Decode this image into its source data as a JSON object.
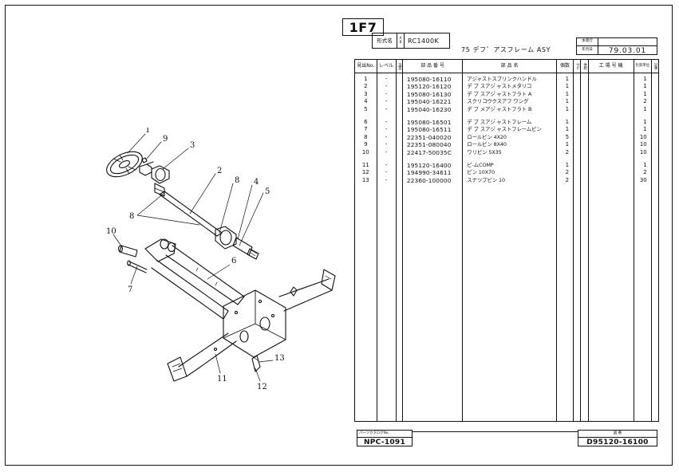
{
  "page": {
    "tab_label": "1F7"
  },
  "model": {
    "label": "形式名",
    "ab": "A\nB",
    "a": "A",
    "b": "B",
    "value": "RC1400K"
  },
  "assembly": {
    "title": "75   デフ゛アスフレーム ASY"
  },
  "date": {
    "key_top": "本発行",
    "key_bottom": "年月日",
    "value_top": "",
    "value": "79.03.01"
  },
  "table": {
    "headers": [
      {
        "name": "index-no",
        "label": "見出No."
      },
      {
        "name": "level",
        "label": "レベル"
      },
      {
        "name": "change",
        "label": "設変"
      },
      {
        "name": "part-number",
        "label": "部  品  番  号"
      },
      {
        "name": "part-name",
        "label": "部     品     名"
      },
      {
        "name": "quantity",
        "label": "個数"
      },
      {
        "name": "spare-1",
        "label": "サピ"
      },
      {
        "name": "spare-2",
        "label": "供給"
      },
      {
        "name": "remarks",
        "label": "工 場 号 機"
      },
      {
        "name": "package-unit",
        "label": "包装単位"
      },
      {
        "name": "tail",
        "label": "記事"
      }
    ],
    "groups": [
      {
        "rows": [
          {
            "index": "1",
            "level": "-",
            "part_number": "195080-16110",
            "part_name": "アシ゚ャストスプリンクハント゚ル",
            "qty": "1",
            "pkg": "1"
          },
          {
            "index": "2",
            "level": "-",
            "part_number": "195120-16120",
            "part_name": "テ゚ プ スアシ゚ ャストメタリコ",
            "qty": "1",
            "pkg": "1"
          },
          {
            "index": "3",
            "level": "-",
            "part_number": "195080-16130",
            "part_name": "テ゚ プ スアシ゚ ャストフラト A",
            "qty": "1",
            "pkg": "1"
          },
          {
            "index": "4",
            "level": "-",
            "part_number": "195040-16221",
            "part_name": "スクリコウクスアフ ワンク゚",
            "qty": "1",
            "pkg": "2"
          },
          {
            "index": "5",
            "level": "-",
            "part_number": "195040-16230",
            "part_name": "テ゚ プ メアシ゚ ャストフラト B",
            "qty": "1",
            "pkg": "1"
          }
        ]
      },
      {
        "rows": [
          {
            "index": "6",
            "level": "-",
            "part_number": "195080-16501",
            "part_name": "テ゚ プ スアシ゚ ャストフレーム",
            "qty": "1",
            "pkg": "1"
          },
          {
            "index": "7",
            "level": "-",
            "part_number": "195080-16511",
            "part_name": "テ゚ プ スアシ゚ ャストフレームピン",
            "qty": "1",
            "pkg": "1"
          },
          {
            "index": "8",
            "level": "-",
            "part_number": "22351-040020",
            "part_name": "ロールピン 4X20",
            "qty": "5",
            "pkg": "10"
          },
          {
            "index": "9",
            "level": "-",
            "part_number": "22351-080040",
            "part_name": "ロールピン 8X40",
            "qty": "1",
            "pkg": "10"
          },
          {
            "index": "10",
            "level": "-",
            "part_number": "22417-50035C",
            "part_name": "ワリピン 5X35",
            "qty": "2",
            "pkg": "10"
          }
        ]
      },
      {
        "rows": [
          {
            "index": "11",
            "level": "-",
            "part_number": "195120-16400",
            "part_name": "ピ-ムCOMP",
            "qty": "1",
            "pkg": "1"
          },
          {
            "index": "12",
            "level": "-",
            "part_number": "194990-34611",
            "part_name": "ピン 10X70",
            "qty": "2",
            "pkg": "2"
          },
          {
            "index": "13",
            "level": "-",
            "part_number": "22360-100000",
            "part_name": "スナツプピン 10",
            "qty": "2",
            "pkg": "30"
          }
        ]
      }
    ]
  },
  "catalog": {
    "label": "パーツカタログNo.",
    "value": "NPC-1091"
  },
  "document": {
    "label": "図 番",
    "value": "D95120-16100"
  },
  "drawing": {
    "callouts": [
      {
        "id": "c1",
        "label": "1"
      },
      {
        "id": "c9",
        "label": "9"
      },
      {
        "id": "c3",
        "label": "3"
      },
      {
        "id": "c2",
        "label": "2"
      },
      {
        "id": "c8a",
        "label": "8"
      },
      {
        "id": "c4",
        "label": "4"
      },
      {
        "id": "c5",
        "label": "5"
      },
      {
        "id": "c8b",
        "label": "8"
      },
      {
        "id": "c10",
        "label": "10"
      },
      {
        "id": "c7",
        "label": "7"
      },
      {
        "id": "c6",
        "label": "6"
      },
      {
        "id": "c11",
        "label": "11"
      },
      {
        "id": "c12",
        "label": "12"
      },
      {
        "id": "c13",
        "label": "13"
      }
    ]
  }
}
